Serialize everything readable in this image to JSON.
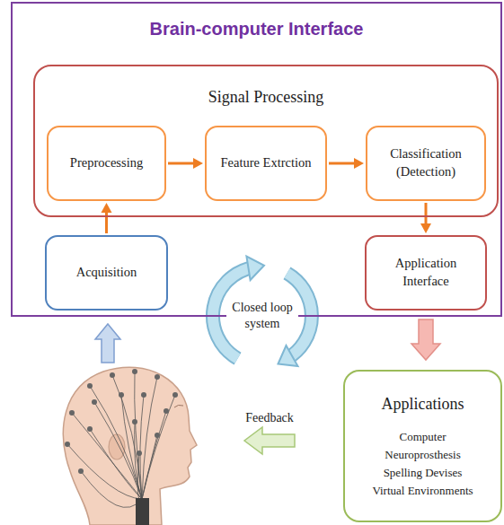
{
  "diagram": {
    "nodes": [
      {
        "text": [
          "Brain-computer Interface"
        ]
      },
      {
        "text": [
          "Signal Processing"
        ],
        "in": 0
      },
      {
        "text": [
          "Preprocessing"
        ],
        "in": 1
      },
      {
        "text": [
          "Feature Extrction"
        ],
        "in": 1
      },
      {
        "text": [
          "Classification (Detection)"
        ],
        "in": 1
      },
      {
        "text": [
          "Acquisition"
        ],
        "in": 0
      },
      {
        "text": [
          "Application Interface"
        ],
        "in": 0
      },
      {
        "text": [
          "Applications",
          "Computer",
          "Neuroprosthesis",
          "Spelling Devises",
          "Virtual Environments"
        ]
      }
    ],
    "edges": [
      {
        "from": 2,
        "to": 3,
        "arrow": "to"
      },
      {
        "from": 3,
        "to": 4,
        "arrow": "to"
      },
      {
        "from": 4,
        "to": 6,
        "arrow": "to"
      },
      {
        "from": 5,
        "to": 2,
        "arrow": "to"
      },
      {
        "from": 6,
        "to": 7,
        "arrow": "to"
      }
    ],
    "labels": [
      "Closed loop system",
      "Feedback"
    ]
  }
}
